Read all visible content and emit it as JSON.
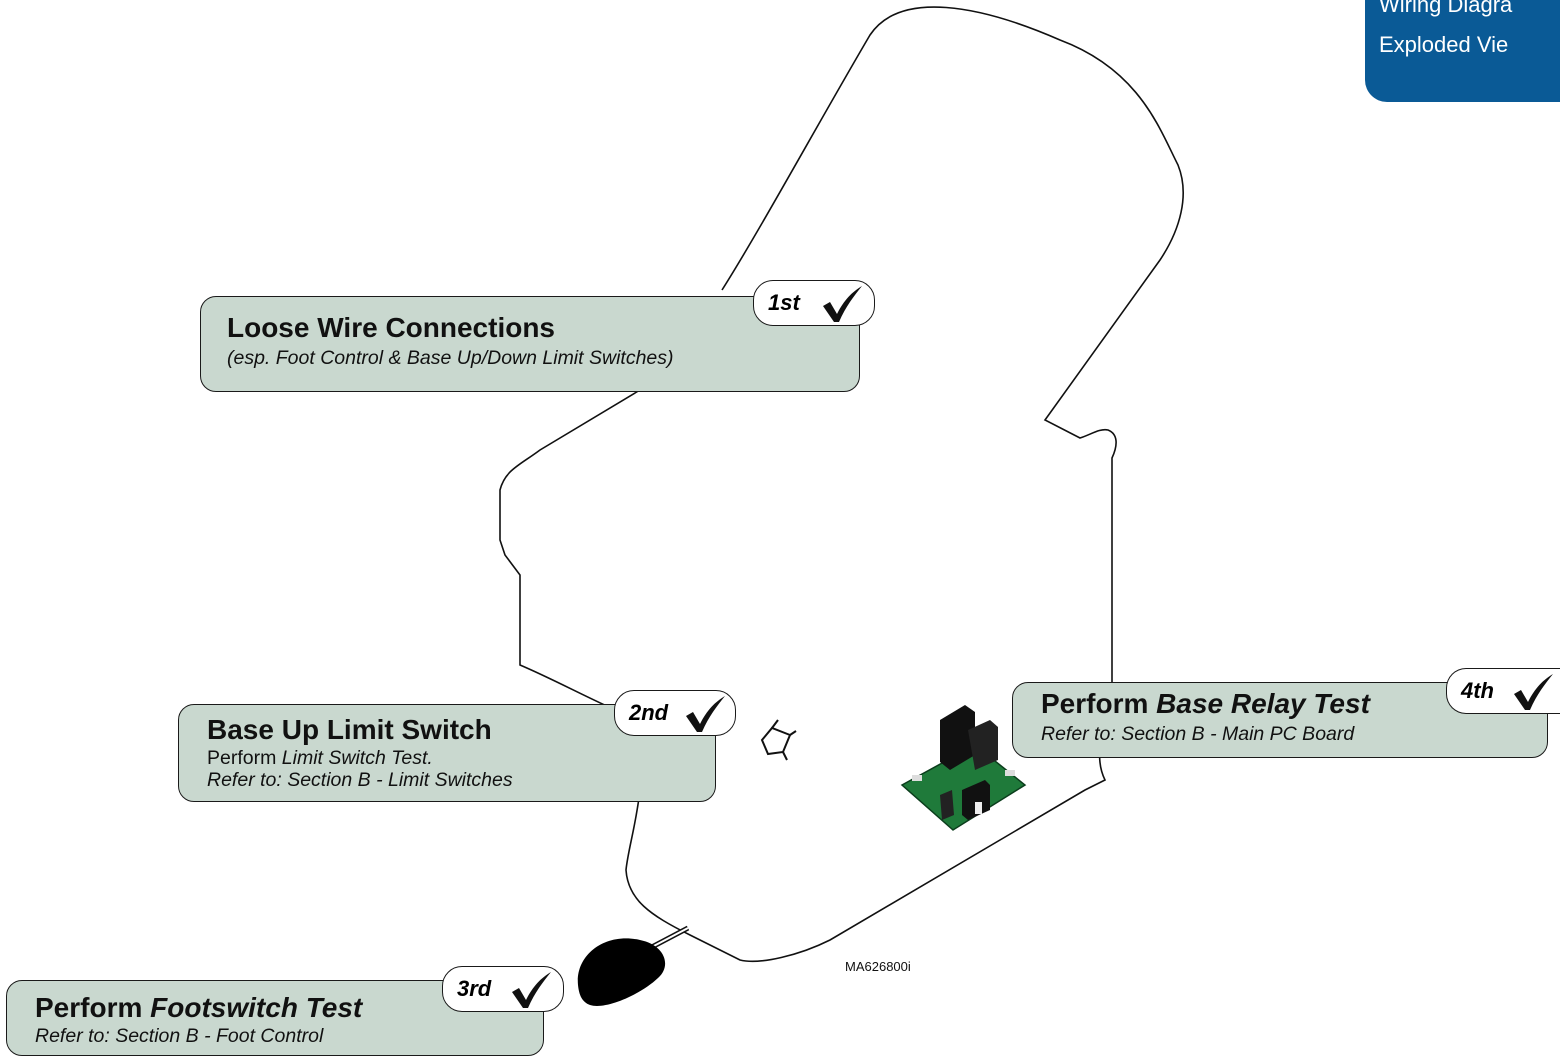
{
  "nav_tab": {
    "links": [
      "Wiring Diagra",
      "Exploded Vie"
    ],
    "color": "#0a5a96"
  },
  "callouts": [
    {
      "step": "1st",
      "title": "Loose Wire Connections",
      "detail": "(esp. Foot Control & Base Up/Down Limit Switches)"
    },
    {
      "step": "2nd",
      "title": "Base Up Limit Switch",
      "perform_word": "Perform",
      "perform_test": "Limit Switch Test.",
      "refer": "Refer to: Section B - Limit Switches"
    },
    {
      "step": "3rd",
      "title_prefix": "Perform",
      "title_test": "Footswitch Test",
      "refer": "Refer to: Section B - Foot Control"
    },
    {
      "step": "4th",
      "title_prefix": "Perform",
      "title_test": "Base Relay Test",
      "refer": "Refer to: Section B - Main PC Board"
    }
  ],
  "figure_id": "MA626800i",
  "icons": [
    "check-mark-icon",
    "limit-switch-icon",
    "pc-board-icon",
    "foot-control-icon"
  ],
  "colors": {
    "callout_fill": "#c9d8cf",
    "pc_board": "#1f7a3a"
  }
}
